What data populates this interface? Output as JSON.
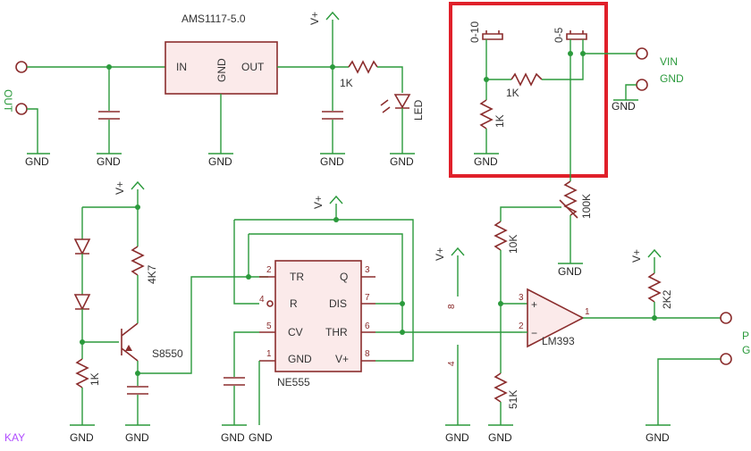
{
  "labels": {
    "regulator": "AMS1117-5.0",
    "reg_in": "IN",
    "reg_gnd": "GND",
    "reg_out": "OUT",
    "vplus": "V+",
    "gnd": "GND",
    "r_1k": "1K",
    "led": "LED",
    "range_010": "0-10",
    "range_05": "0-5",
    "vin": "VIN",
    "r_100k": "100K",
    "r_10k": "10K",
    "r_4k7": "4K7",
    "r_2k2": "2K2",
    "r_51k": "51K",
    "transistor": "S8550",
    "timer": "NE555",
    "comparator": "LM393",
    "pin_tr": "TR",
    "pin_q": "Q",
    "pin_r": "R",
    "pin_dis": "DIS",
    "pin_cv": "CV",
    "pin_thr": "THR",
    "pin_gnd": "GND",
    "pin_vplus": "V+",
    "n1": "1",
    "n2": "2",
    "n3": "3",
    "n4": "4",
    "n5": "5",
    "n6": "6",
    "n7": "7",
    "n8": "8",
    "plus": "+",
    "minus": "−",
    "edge_left_top": "OUT",
    "edge_right_top": "P",
    "edge_right_bottom": "G",
    "edge_left_bottom": "KAY"
  },
  "colors": {
    "wire": "#2b9a3c",
    "component": "#8b2d2d",
    "highlight": "#e0202a",
    "label_green": "#2b9a3c",
    "watermark": "#b04cff"
  }
}
